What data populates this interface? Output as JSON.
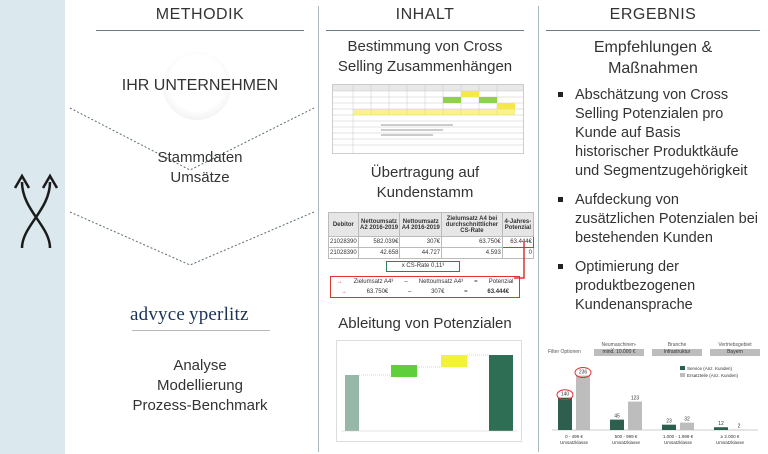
{
  "columns": {
    "methodik": "METHODIK",
    "inhalt": "INHALT",
    "ergebnis": "ERGEBNIS"
  },
  "methodik": {
    "company": "IHR UNTERNEHMEN",
    "stammdaten": [
      "Stammdaten",
      "Umsätze"
    ],
    "logo": "advyce yperlitz",
    "analyse": [
      "Analyse",
      "Modellierung",
      "Prozess-Benchmark"
    ]
  },
  "inhalt": {
    "sec1": [
      "Bestimmung von Cross",
      "Selling Zusammenhängen"
    ],
    "sec2": [
      "Übertragung auf",
      "Kundenstamm"
    ],
    "sec3": "Ableitung von Potenzialen",
    "table": {
      "headers": [
        "Debitor",
        "Nettoumsatz A2 2016-2019",
        "Nettoumsatz A4 2016-2019",
        "Zielumsatz A4 bei durchschnittlicher CS-Rate",
        "4-Jahres-Potenzial"
      ],
      "rows": [
        [
          "21028390",
          "582.039€",
          "307€",
          "63.750€",
          "63.444€"
        ],
        [
          "21028390",
          "42.658",
          "44.727",
          "4.593",
          "0"
        ]
      ],
      "cs_rate": "x CS-Rate 0,11³",
      "formula_labels": [
        "Zielumsatz A4³",
        "–",
        "Nettoumsatz A4³",
        "=",
        "Potenzial"
      ],
      "formula_values": [
        "63.750€",
        "–",
        "307€",
        "=",
        "63.444€"
      ]
    }
  },
  "ergebnis": {
    "title": [
      "Empfehlungen &",
      "Maßnahmen"
    ],
    "bullets": [
      "Abschätzung von Cross Selling Potenzialen pro Kunde auf Basis historischer Produktkäufe und Segmentzugehörigkeit",
      "Aufdeckung von zusätzlichen Potenzialen bei bestehenden Kunden",
      "Optimierung der produktbezogenen Kundenansprache"
    ],
    "filters": {
      "label": "Filter Optionen",
      "items": [
        {
          "title": "Neumaschinen-Umsatz",
          "value": "mind. 10.000 €"
        },
        {
          "title": "Branche",
          "value": "Infrastruktur"
        },
        {
          "title": "Vertriebsgebiet",
          "value": "Bayern"
        }
      ]
    }
  },
  "chart_data": {
    "type": "bar",
    "categories": [
      "0 - 499 € Umsatzklasse",
      "500 - 999 € Umsatzklasse",
      "1.000 - 1.999 € Umsatzklasse",
      "≥ 2.000 € Umsatzklasse"
    ],
    "series": [
      {
        "name": "Service (Anz. Kunden)",
        "values": [
          140,
          45,
          23,
          12
        ]
      },
      {
        "name": "Ersatzteile (Anz. Kunden)",
        "values": [
          236,
          123,
          32,
          2
        ]
      }
    ],
    "colors": [
      "#2e5e4e",
      "#bdbdbd"
    ],
    "ylim": [
      0,
      260
    ]
  }
}
